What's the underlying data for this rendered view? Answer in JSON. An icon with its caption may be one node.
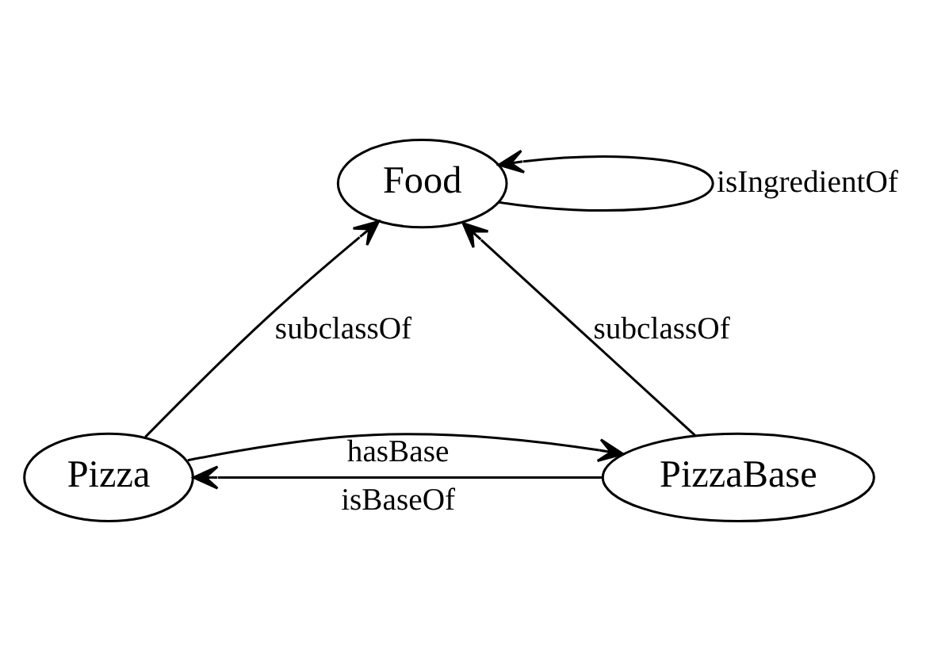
{
  "diagram": {
    "nodes": [
      {
        "text": [
          "Food"
        ]
      },
      {
        "text": [
          "Pizza"
        ]
      },
      {
        "text": [
          "PizzaBase"
        ]
      }
    ],
    "edges": [
      {
        "from": 0,
        "to": 0,
        "arrow": "to",
        "label": "isIngredientOf"
      },
      {
        "from": 1,
        "to": 0,
        "arrow": "to",
        "label": "subclassOf"
      },
      {
        "from": 2,
        "to": 0,
        "arrow": "to",
        "label": "subclassOf"
      },
      {
        "from": 1,
        "to": 2,
        "arrow": "to",
        "label": "hasBase"
      },
      {
        "from": 2,
        "to": 1,
        "arrow": "to",
        "label": "isBaseOf"
      }
    ]
  }
}
